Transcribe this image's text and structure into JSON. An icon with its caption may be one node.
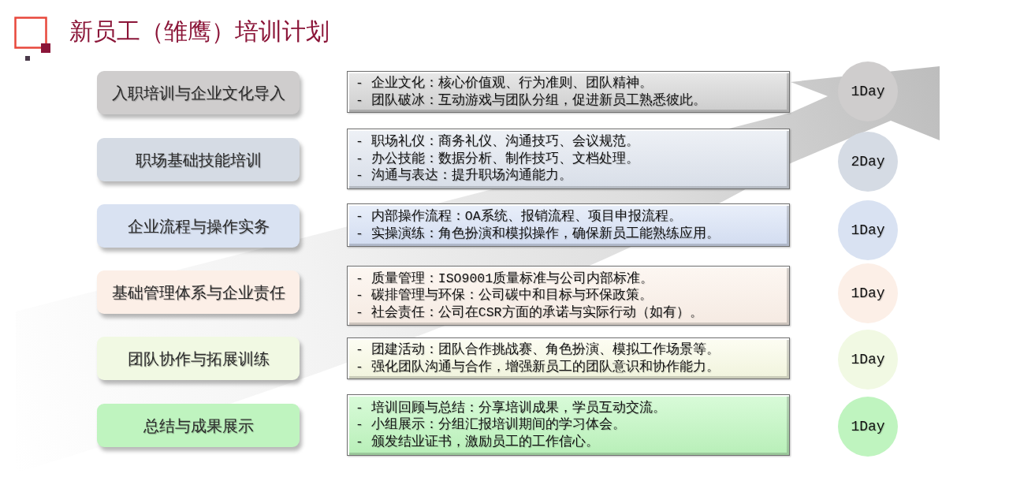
{
  "diagram": {
    "title": "新员工（雏鹰）培训计划",
    "nodes": [
      {
        "text": [
          "入职培训与企业文化导入"
        ]
      },
      {
        "text": [
          "- 企业文化：核心价值观、行为准则、团队精神。",
          "- 团队破冰：互动游戏与团队分组，促进新员工熟悉彼此。"
        ]
      },
      {
        "text": [
          "1Day"
        ]
      },
      {
        "text": [
          "职场基础技能培训"
        ]
      },
      {
        "text": [
          "- 职场礼仪：商务礼仪、沟通技巧、会议规范。",
          "- 办公技能：数据分析、制作技巧、文档处理。",
          "- 沟通与表达：提升职场沟通能力。"
        ]
      },
      {
        "text": [
          "2Day"
        ]
      },
      {
        "text": [
          "企业流程与操作实务"
        ]
      },
      {
        "text": [
          "- 内部操作流程：OA系统、报销流程、项目申报流程。",
          "- 实操演练：角色扮演和模拟操作，确保新员工能熟练应用。"
        ]
      },
      {
        "text": [
          "1Day"
        ]
      },
      {
        "text": [
          "基础管理体系与企业责任"
        ]
      },
      {
        "text": [
          "- 质量管理：ISO9001质量标准与公司内部标准。",
          "- 碳排管理与环保：公司碳中和目标与环保政策。",
          "- 社会责任：公司在CSR方面的承诺与实际行动（如有）。"
        ]
      },
      {
        "text": [
          "1Day"
        ]
      },
      {
        "text": [
          "团队协作与拓展训练"
        ]
      },
      {
        "text": [
          "- 团建活动：团队合作挑战赛、角色扮演、模拟工作场景等。",
          "- 强化团队沟通与合作，增强新员工的团队意识和协作能力。"
        ]
      },
      {
        "text": [
          "1Day"
        ]
      },
      {
        "text": [
          "总结与成果展示"
        ]
      },
      {
        "text": [
          "- 培训回顾与总结：分享培训成果，学员互动交流。",
          "- 小组展示：分组汇报培训期间的学习体会。",
          "- 颁发结业证书，激励员工的工作信心。"
        ]
      },
      {
        "text": [
          "1Day"
        ]
      }
    ]
  }
}
